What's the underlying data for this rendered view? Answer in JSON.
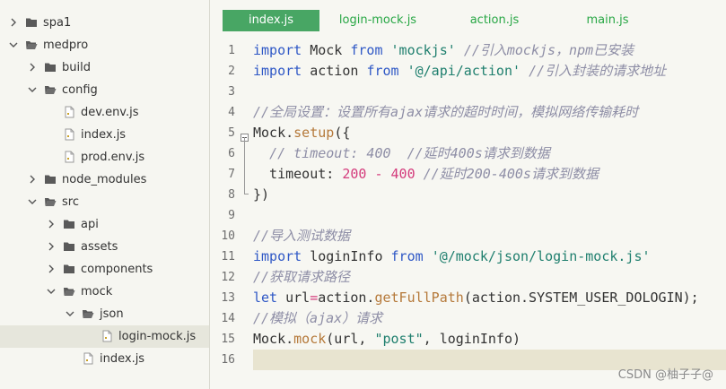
{
  "tree": [
    {
      "label": "spa1",
      "depth": 0,
      "type": "folder",
      "expanded": false
    },
    {
      "label": "medpro",
      "depth": 0,
      "type": "folder",
      "expanded": true
    },
    {
      "label": "build",
      "depth": 1,
      "type": "folder",
      "expanded": false
    },
    {
      "label": "config",
      "depth": 1,
      "type": "folder",
      "expanded": true
    },
    {
      "label": "dev.env.js",
      "depth": 2,
      "type": "file"
    },
    {
      "label": "index.js",
      "depth": 2,
      "type": "file"
    },
    {
      "label": "prod.env.js",
      "depth": 2,
      "type": "file"
    },
    {
      "label": "node_modules",
      "depth": 1,
      "type": "folder",
      "expanded": false
    },
    {
      "label": "src",
      "depth": 1,
      "type": "folder",
      "expanded": true
    },
    {
      "label": "api",
      "depth": 2,
      "type": "folder",
      "expanded": false
    },
    {
      "label": "assets",
      "depth": 2,
      "type": "folder",
      "expanded": false
    },
    {
      "label": "components",
      "depth": 2,
      "type": "folder",
      "expanded": false
    },
    {
      "label": "mock",
      "depth": 2,
      "type": "folder",
      "expanded": true
    },
    {
      "label": "json",
      "depth": 3,
      "type": "folder",
      "expanded": true
    },
    {
      "label": "login-mock.js",
      "depth": 4,
      "type": "file",
      "selected": true
    },
    {
      "label": "index.js",
      "depth": 3,
      "type": "file"
    }
  ],
  "tabs": [
    {
      "label": "index.js",
      "active": true
    },
    {
      "label": "login-mock.js",
      "active": false
    },
    {
      "label": "action.js",
      "active": false
    },
    {
      "label": "main.js",
      "active": false
    }
  ],
  "code_lines": [
    {
      "num": "1",
      "tokens": [
        [
          "kw",
          "import"
        ],
        [
          "p",
          " Mock "
        ],
        [
          "kw",
          "from"
        ],
        [
          "p",
          " "
        ],
        [
          "str",
          "'mockjs'"
        ],
        [
          "p",
          " "
        ],
        [
          "cm",
          "//引入mockjs，npm已安装"
        ]
      ]
    },
    {
      "num": "2",
      "tokens": [
        [
          "kw",
          "import"
        ],
        [
          "p",
          " action "
        ],
        [
          "kw",
          "from"
        ],
        [
          "p",
          " "
        ],
        [
          "str",
          "'@/api/action'"
        ],
        [
          "p",
          " "
        ],
        [
          "cm",
          "//引入封装的请求地址"
        ]
      ]
    },
    {
      "num": "3",
      "tokens": []
    },
    {
      "num": "4",
      "tokens": [
        [
          "cm",
          "//全局设置：设置所有ajax请求的超时时间，模拟网络传输耗时"
        ]
      ]
    },
    {
      "num": "5",
      "tokens": [
        [
          "p",
          "Mock."
        ],
        [
          "fn",
          "setup"
        ],
        [
          "p",
          "({"
        ]
      ]
    },
    {
      "num": "6",
      "tokens": [
        [
          "p",
          "  "
        ],
        [
          "cm",
          "// timeout: 400  //延时400s请求到数据"
        ]
      ]
    },
    {
      "num": "7",
      "tokens": [
        [
          "p",
          "  timeout: "
        ],
        [
          "num",
          "200"
        ],
        [
          "p",
          " "
        ],
        [
          "op",
          "-"
        ],
        [
          "p",
          " "
        ],
        [
          "num",
          "400"
        ],
        [
          "p",
          " "
        ],
        [
          "cm",
          "//延时200-400s请求到数据"
        ]
      ]
    },
    {
      "num": "8",
      "tokens": [
        [
          "p",
          "})"
        ]
      ]
    },
    {
      "num": "9",
      "tokens": []
    },
    {
      "num": "10",
      "tokens": [
        [
          "cm",
          "//导入测试数据"
        ]
      ]
    },
    {
      "num": "11",
      "tokens": [
        [
          "kw",
          "import"
        ],
        [
          "p",
          " loginInfo "
        ],
        [
          "kw",
          "from"
        ],
        [
          "p",
          " "
        ],
        [
          "str",
          "'@/mock/json/login-mock.js'"
        ]
      ]
    },
    {
      "num": "12",
      "tokens": [
        [
          "cm",
          "//获取请求路径"
        ]
      ]
    },
    {
      "num": "13",
      "tokens": [
        [
          "kw",
          "let"
        ],
        [
          "p",
          " url"
        ],
        [
          "op",
          "="
        ],
        [
          "p",
          "action."
        ],
        [
          "fn",
          "getFullPath"
        ],
        [
          "p",
          "(action.SYSTEM_USER_DOLOGIN);"
        ]
      ]
    },
    {
      "num": "14",
      "tokens": [
        [
          "cm",
          "//模拟（ajax）请求"
        ]
      ]
    },
    {
      "num": "15",
      "tokens": [
        [
          "p",
          "Mock."
        ],
        [
          "fn",
          "mock"
        ],
        [
          "p",
          "(url, "
        ],
        [
          "str",
          "\"post\""
        ],
        [
          "p",
          ", loginInfo)"
        ]
      ]
    },
    {
      "num": "16",
      "tokens": []
    }
  ],
  "current_line": "16",
  "watermark": "CSDN @柚子子@",
  "colors": {
    "tab_active": "#48a664",
    "keyword": "#2f58c6",
    "string": "#1f7f6e",
    "comment": "#8e8ea6",
    "number": "#d43b7c"
  }
}
